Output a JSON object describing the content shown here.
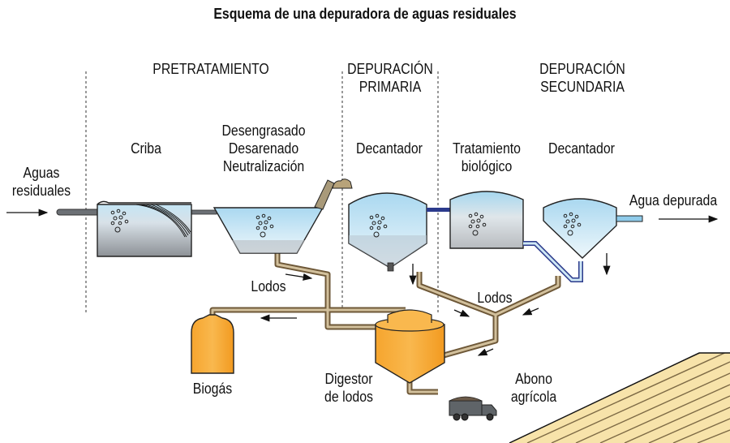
{
  "title": "Esquema de una depuradora de aguas residuales",
  "stages": {
    "pretratamiento": "PRETRATAMIENTO",
    "primaria": "DEPURACIÓN\nPRIMARIA",
    "secundaria": "DEPURACIÓN\nSECUNDARIA"
  },
  "inputs": {
    "aguas_residuales": "Aguas\nresiduales"
  },
  "units": {
    "criba": "Criba",
    "desengrasado": "Desengrasado\nDesarenado\nNeutralización",
    "decantador_primario": "Decantador",
    "tratamiento_biologico": "Tratamiento\nbiológico",
    "decantador_secundario": "Decantador"
  },
  "outputs": {
    "agua_depurada": "Agua depurada",
    "lodos_1": "Lodos",
    "lodos_2": "Lodos",
    "biogas": "Biogás",
    "digestor": "Digestor\nde lodos",
    "abono": "Abono\nagrícola"
  },
  "colors": {
    "water_top": "#b8dff2",
    "water_bottom": "#e8f4fa",
    "tank_gray": "#b9bcc0",
    "pipe_brown": "#8a7352",
    "digester_orange": "#f7a935",
    "truck": "#5f6468",
    "field_stripe": "#f5dfa0",
    "connector_blue": "#2b3a8c"
  },
  "icons": [
    "bubbles-icon",
    "arrow-icon",
    "truck-icon",
    "field-icon",
    "sand-pile-icon"
  ]
}
